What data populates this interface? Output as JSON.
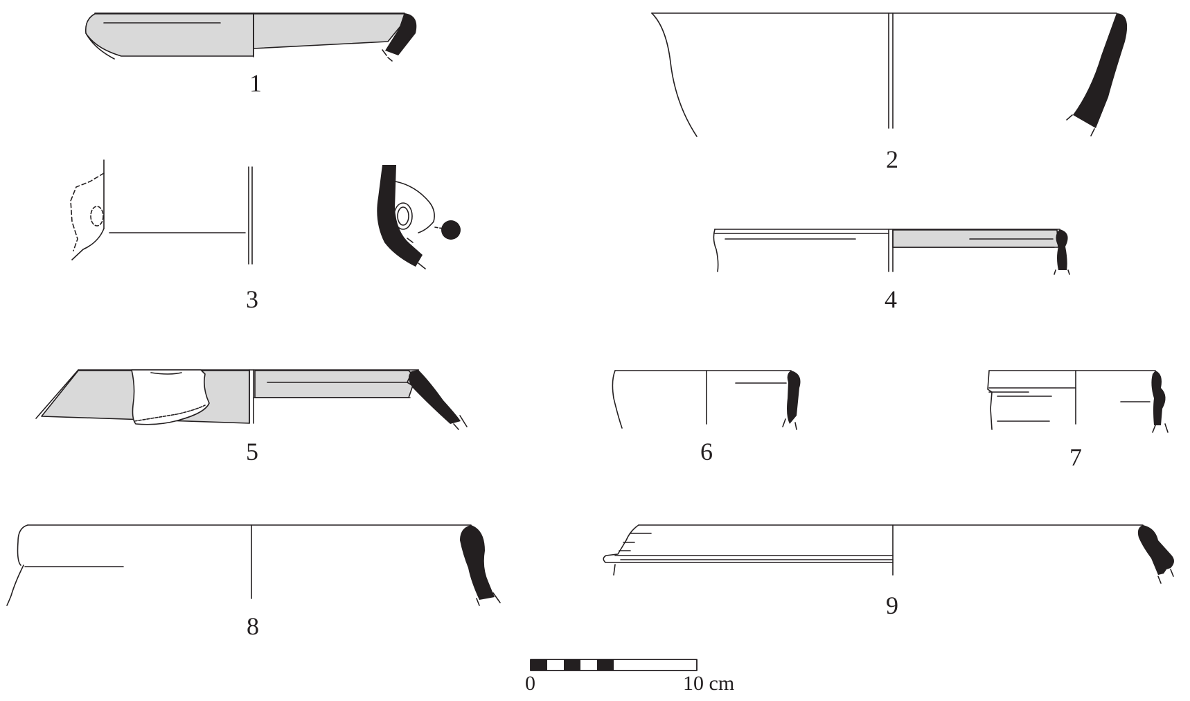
{
  "figure": {
    "labels": {
      "n1": "1",
      "n2": "2",
      "n3": "3",
      "n4": "4",
      "n5": "5",
      "n6": "6",
      "n7": "7",
      "n8": "8",
      "n9": "9"
    },
    "scale_bar": {
      "start_label": "0",
      "end_label": "10 cm",
      "segments": 5
    },
    "colors": {
      "ink": "#231f20",
      "fill_gray": "#d9d9d9",
      "section_black": "#231f20"
    }
  }
}
